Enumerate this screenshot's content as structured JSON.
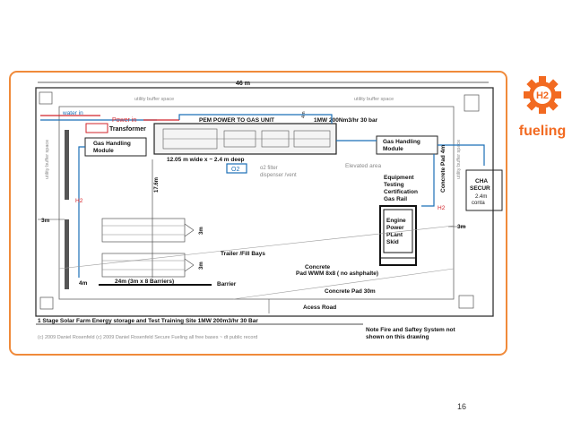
{
  "page_number": "16",
  "logo": {
    "badge": "H2",
    "wordmark": "fueling",
    "color": "#f26a21"
  },
  "frame_color": "#f08a3a",
  "drawing": {
    "top_dimension": "46 m",
    "buffer_top": "utility buffer space",
    "buffer_right": "utility buffer space",
    "buffer_left": "utility buffer space",
    "water_in": "water in",
    "power_in": "Power in",
    "transformer": "Transformer",
    "pem_unit": "PEM POWER TO GAS UNIT",
    "unit_rating": "1MW 200Nm3/hr 30 bar",
    "unit_width": "4m",
    "gas_handling_left": "Gas Handling\nModule",
    "gas_handling_right": "Gas Handling\nModule",
    "unit_dimensions": "12.05 m wide  x ~ 2.4 m deep",
    "o2_label": "O2",
    "o2_filter": "o2 filter\ndispenser /vent",
    "elevated_area": "Elevated area",
    "concrete_pad_vertical": "Concrete Pad 4m",
    "equipment_testing": "Equipment\nTesting\nCertification\nGas Rail",
    "engine_skid": "Engine\nPower\nPLant\nSkid",
    "h2_left": "H2",
    "h2_right": "H2",
    "dim_left": "3m",
    "dim_right": "3m",
    "dim_vertical": "17.6m",
    "dim_3m_a": "3m",
    "dim_3m_b": "3m",
    "trailer_bays": "Trailer /Fill Bays",
    "barriers": "24m (3m x 8 Barriers)",
    "barrier": "Barrier",
    "dim_4m_bottom": "4m",
    "concrete": "Concrete",
    "pad_note": "Pad WWM 8x8 ( no ashphalte)",
    "concrete_pad": "Concrete Pad  30m",
    "access_road": "Acess Road",
    "char_secur": "CHA\nSECUR",
    "char_dims": "2.4m\nconta",
    "title": "1 Stage Solar Farm Energy storage and Test Training Site  1MW 200m3/hr 30 Bar",
    "credit": "(c) 2009 Daniel Rosenfeld  (c) 2009  Daniel Rosenfeld Secure  Fueling  all free bases  ~ dt public record",
    "note": "Note Fire and Saftey System not\nshown on this drawing"
  }
}
